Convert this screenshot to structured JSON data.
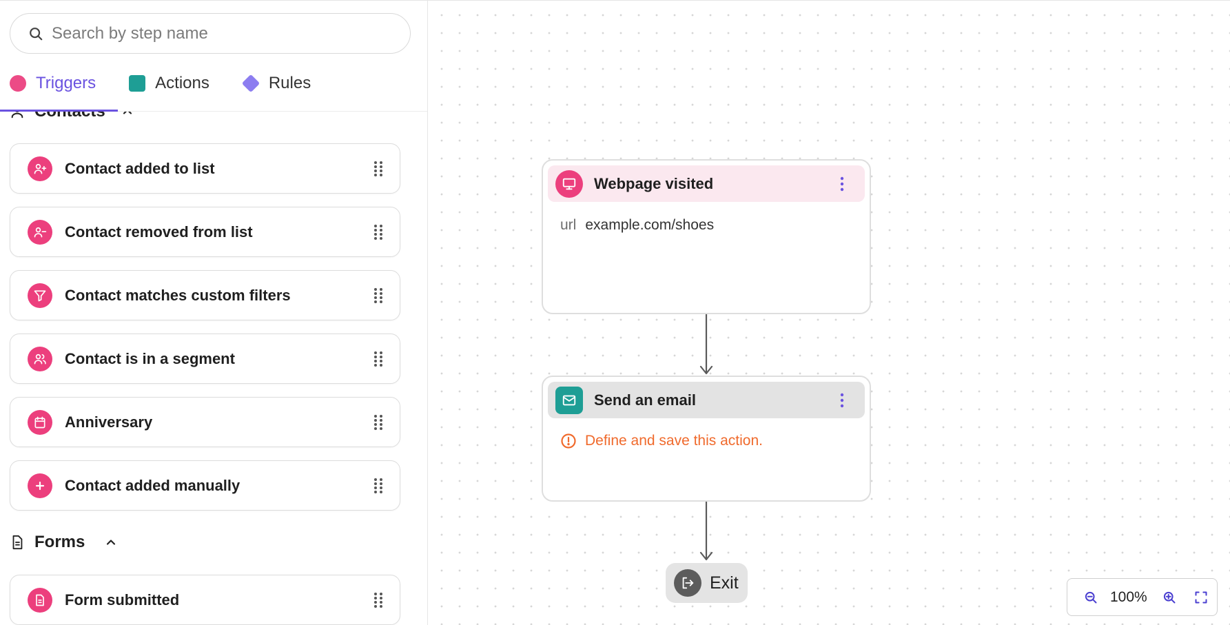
{
  "search": {
    "placeholder": "Search by step name"
  },
  "tabs": [
    {
      "label": "Triggers",
      "active": true,
      "color": "#ec4b86"
    },
    {
      "label": "Actions",
      "active": false,
      "color": "#1e9e95"
    },
    {
      "label": "Rules",
      "active": false,
      "color": "#8c7df0"
    }
  ],
  "sections": {
    "contacts": {
      "title": "Contacts",
      "items": [
        {
          "label": "Contact added to list",
          "icon": "user-plus-icon"
        },
        {
          "label": "Contact removed from list",
          "icon": "user-minus-icon"
        },
        {
          "label": "Contact matches custom filters",
          "icon": "filter-icon"
        },
        {
          "label": "Contact is in a segment",
          "icon": "users-icon"
        },
        {
          "label": "Anniversary",
          "icon": "calendar-icon"
        },
        {
          "label": "Contact added manually",
          "icon": "plus-icon"
        }
      ]
    },
    "forms": {
      "title": "Forms",
      "items": [
        {
          "label": "Form submitted",
          "icon": "document-icon"
        }
      ]
    }
  },
  "canvas": {
    "nodes": [
      {
        "title": "Webpage visited",
        "icon": "monitor-icon",
        "field_key": "url",
        "field_value": "example.com/shoes"
      },
      {
        "title": "Send an email",
        "icon": "mail-icon",
        "warning": "Define and save this action."
      }
    ],
    "exit": {
      "label": "Exit",
      "icon": "exit-icon"
    },
    "zoom": {
      "level": "100%"
    }
  },
  "colors": {
    "accent": "#6a52e0",
    "trigger": "#ec3f7d",
    "action": "#1e9e95",
    "warning": "#f06a2c"
  }
}
